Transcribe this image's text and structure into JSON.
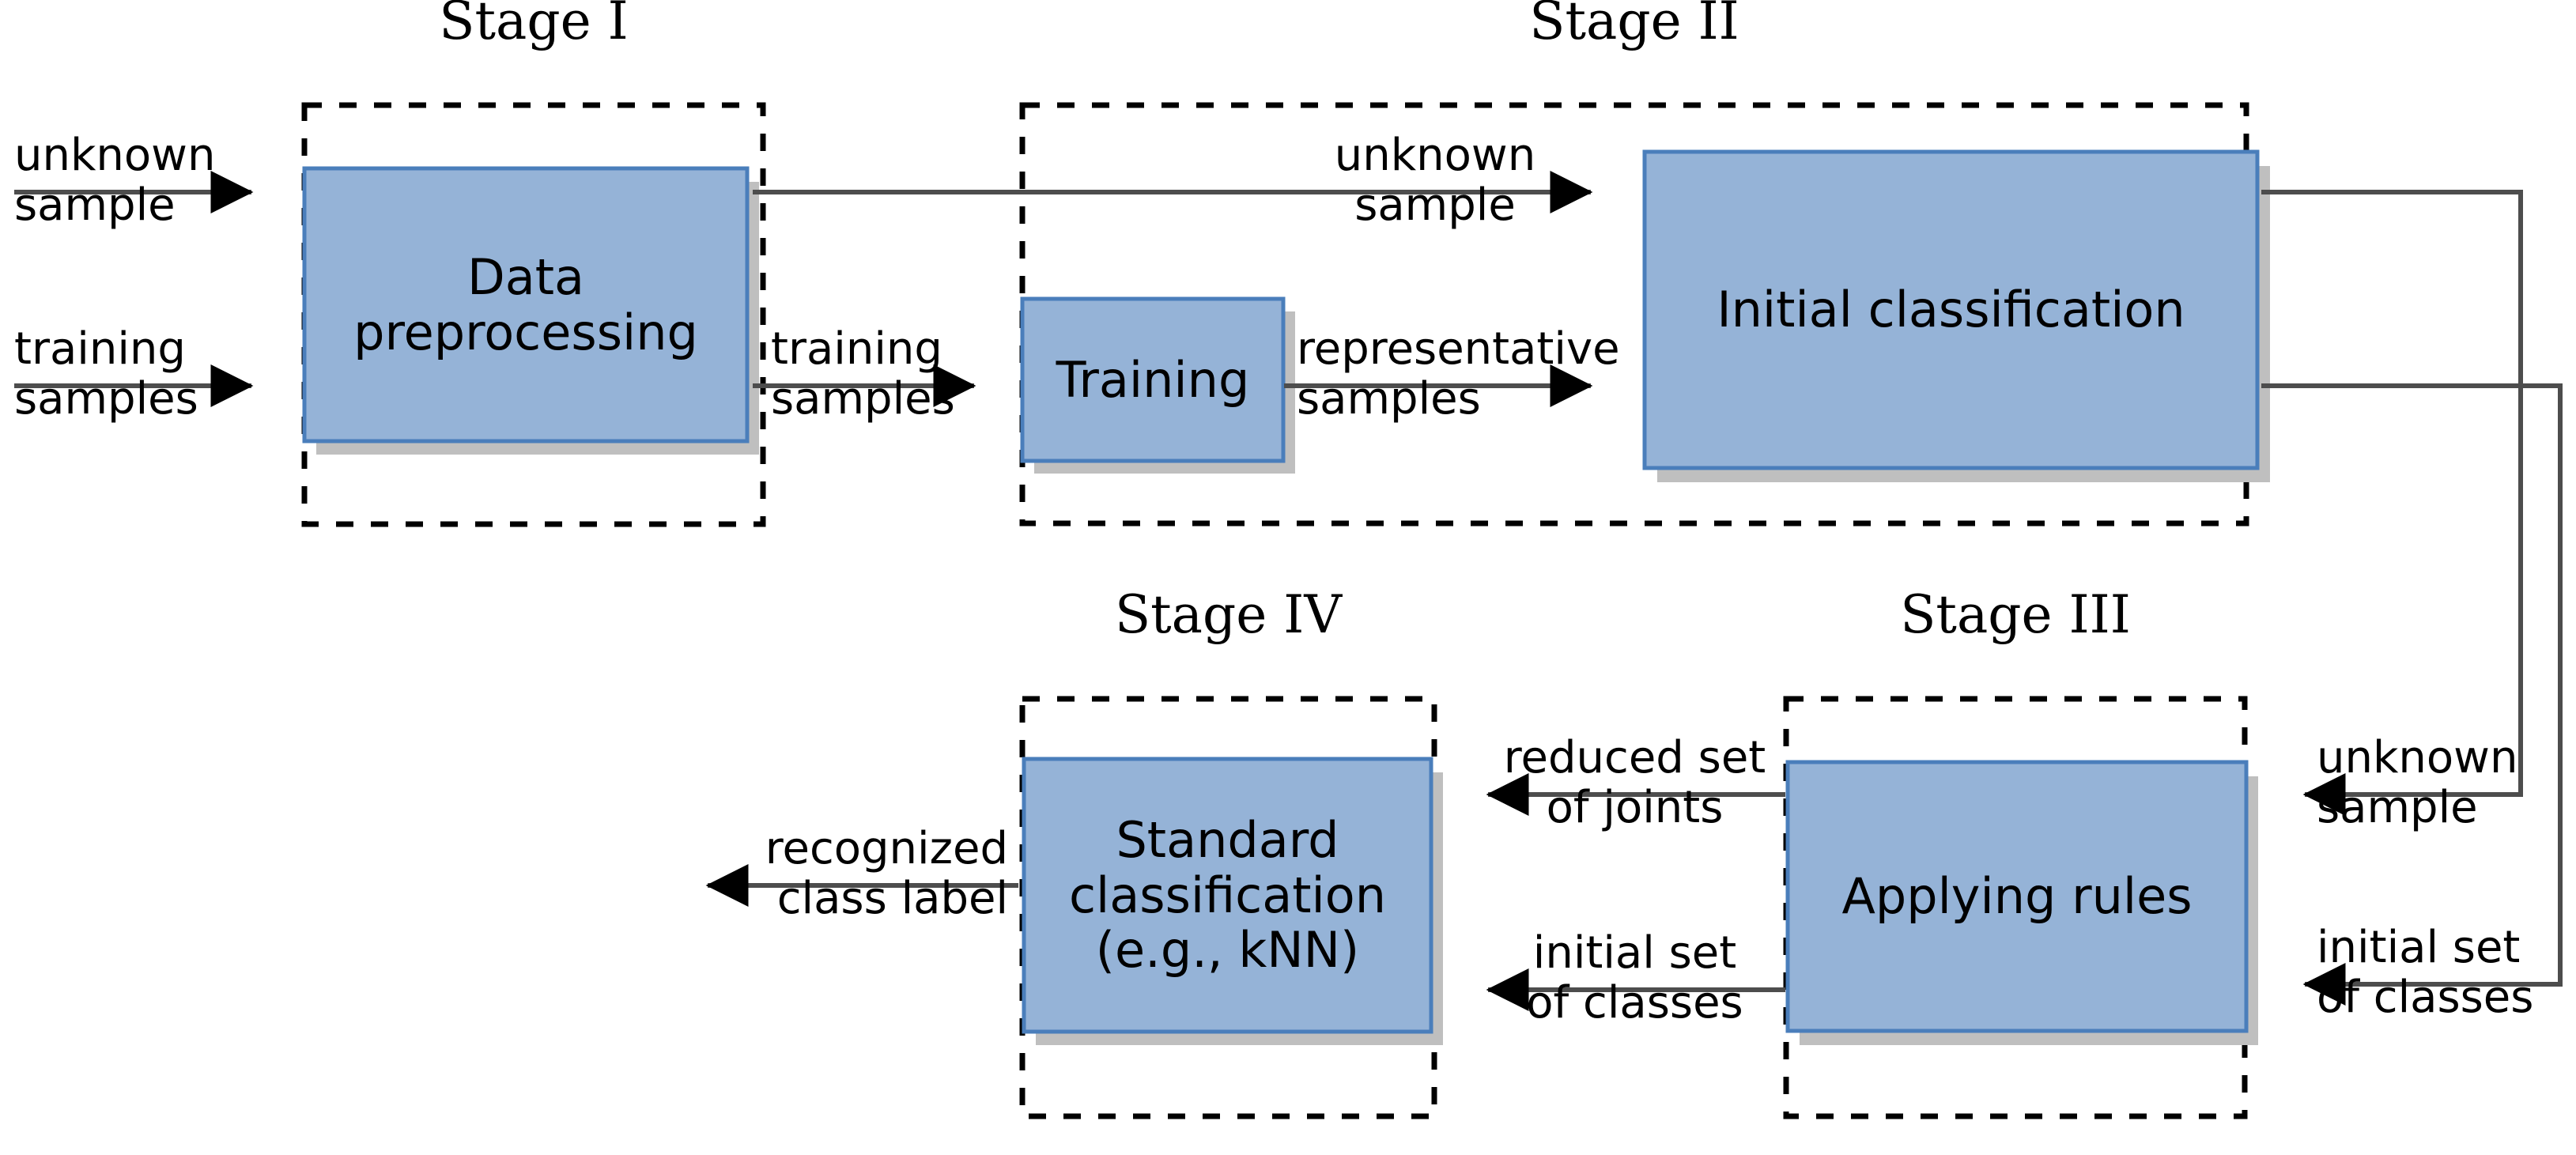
{
  "diagram": {
    "title": "Four-stage classification pipeline",
    "colors": {
      "node_fill": "#95b3d7",
      "node_border": "#4a7ebb",
      "node_shadow": "#bfbfbf",
      "group_border": "#000000",
      "edge": "#4d4d4d",
      "background": "#ffffff"
    },
    "stages": [
      {
        "id": "stage-1",
        "title": "Stage I"
      },
      {
        "id": "stage-2",
        "title": "Stage II"
      },
      {
        "id": "stage-4",
        "title": "Stage IV"
      },
      {
        "id": "stage-3",
        "title": "Stage III"
      }
    ],
    "nodes": [
      {
        "id": "data-preprocessing",
        "label": "Data\npreprocessing"
      },
      {
        "id": "training",
        "label": "Training"
      },
      {
        "id": "initial-classification",
        "label": "Initial classification"
      },
      {
        "id": "standard-classification",
        "label": "Standard\nclassification\n(e.g., kNN)"
      },
      {
        "id": "applying-rules",
        "label": "Applying rules"
      }
    ],
    "edge_labels": [
      {
        "id": "in-unknown-sample",
        "text": "unknown\nsample"
      },
      {
        "id": "in-training-samples",
        "text": "training\nsamples"
      },
      {
        "id": "prep-to-stage2-unknown-sample",
        "text": "unknown\nsample"
      },
      {
        "id": "prep-to-training-samples",
        "text": "training\nsamples"
      },
      {
        "id": "training-to-initial-representative",
        "text": "representative\nsamples"
      },
      {
        "id": "rules-to-standard-reduced-joints",
        "text": "reduced set\nof joints"
      },
      {
        "id": "rules-to-standard-initial-classes",
        "text": "initial set\nof classes"
      },
      {
        "id": "initial-to-rules-unknown-sample",
        "text": "unknown\nsample"
      },
      {
        "id": "initial-to-rules-initial-classes",
        "text": "initial set\nof classes"
      },
      {
        "id": "out-recognized-class-label",
        "text": "recognized\nclass label"
      }
    ]
  }
}
